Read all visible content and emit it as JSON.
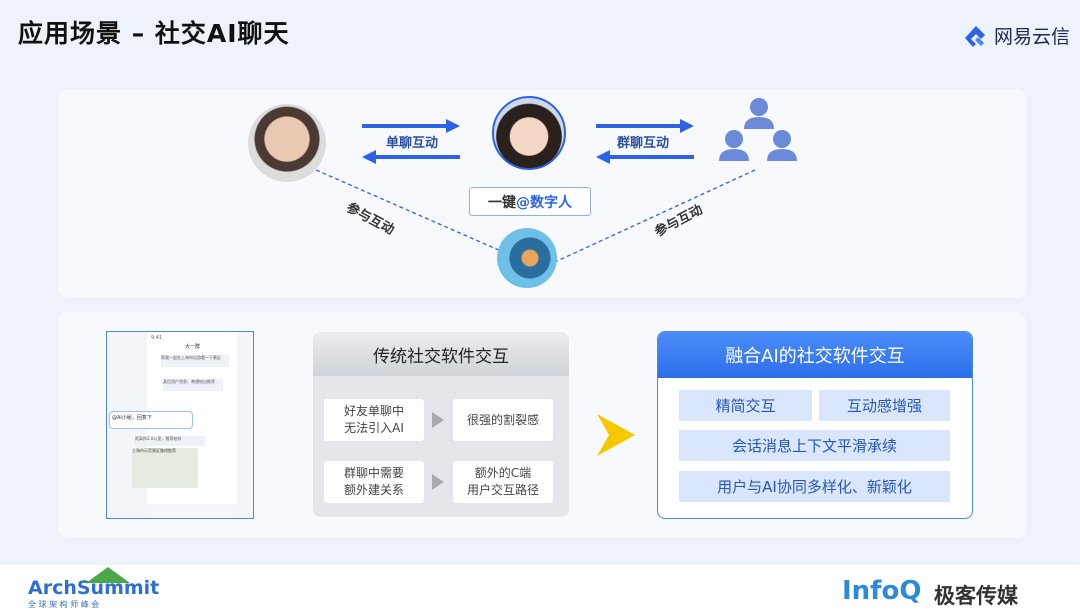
{
  "slide": {
    "title": "应用场景 – 社交AI聊天"
  },
  "brand": {
    "name": "网易云信",
    "color": "#2c63e6"
  },
  "top": {
    "single_chat_label": "单聊互动",
    "group_chat_label": "群聊互动",
    "badge_prefix": "一键",
    "badge_highlight": "@数字人",
    "participate_left": "参与互动",
    "participate_right": "参与互动"
  },
  "phone": {
    "status_time": "9:41",
    "chat_title": "大一群",
    "bubbles": [
      "帮我一起在上海市出游看一下景区",
      "某位用户消息，希望给出推荐",
      "@AI小秘，回复下",
      "距离你2.0公里，推荐给你",
      "上海市示范景区路线推荐"
    ]
  },
  "traditional": {
    "title": "传统社交软件交互",
    "rows": [
      {
        "left": "好友单聊中\n无法引入AI",
        "right": "很强的割裂感"
      },
      {
        "left": "群聊中需要\n额外建关系",
        "right": "额外的C端\n用户交互路径"
      }
    ]
  },
  "ai": {
    "title": "融合AI的社交软件交互",
    "items": [
      "精简交互",
      "互动感增强",
      "会话消息上下文平滑承续",
      "用户与AI协同多样化、新颖化"
    ]
  },
  "footer": {
    "left_logo": "ArchSummit",
    "left_sub": "全 球 架 构 师 峰 会",
    "right_logo": "InfoQ",
    "right_sub": "极客传媒"
  }
}
